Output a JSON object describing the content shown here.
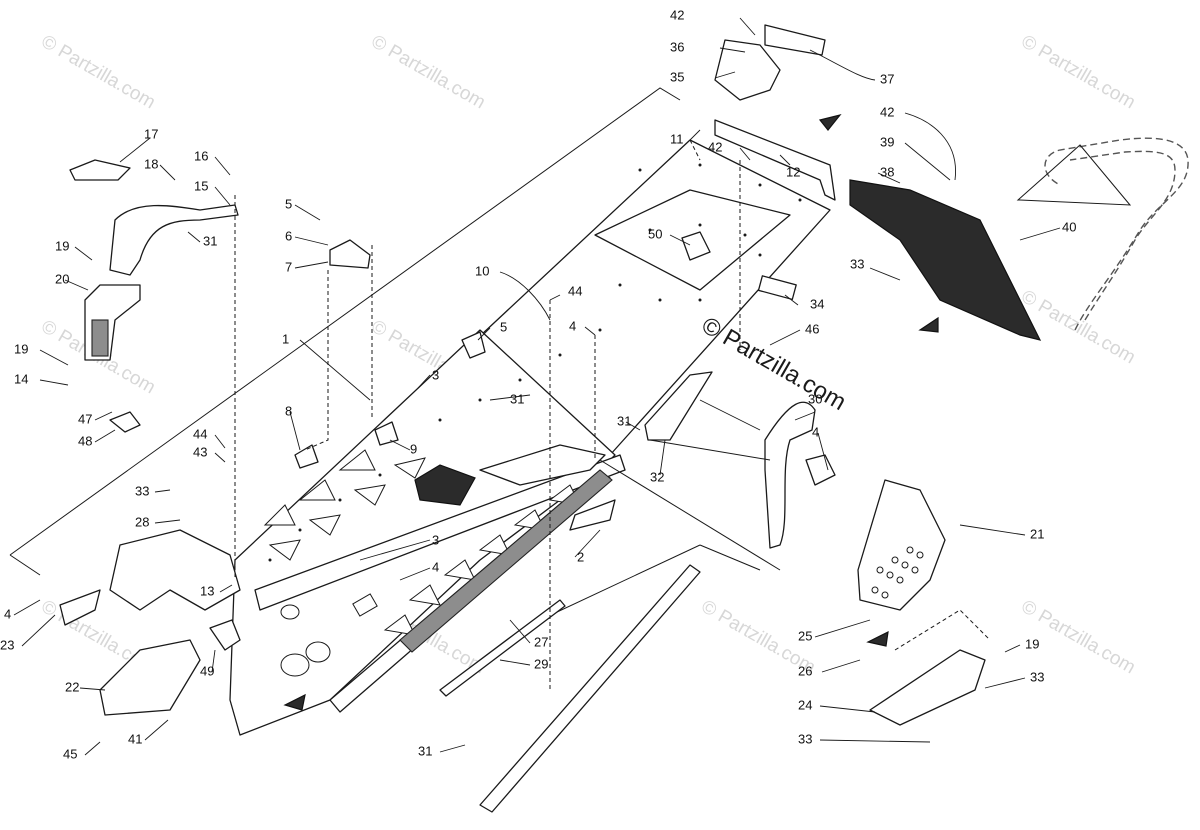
{
  "watermark_text": "© Partzilla.com",
  "brand_watermark_text": "© Partzilla.com",
  "callouts": {
    "c1": "1",
    "c2": "2",
    "c3a": "3",
    "c3b": "3",
    "c4a": "4",
    "c4b": "4",
    "c4c": "4",
    "c4d": "4",
    "c5a": "5",
    "c5b": "5",
    "c6": "6",
    "c7": "7",
    "c8": "8",
    "c9": "9",
    "c10": "10",
    "c11": "11",
    "c12": "12",
    "c13": "13",
    "c14": "14",
    "c15": "15",
    "c16": "16",
    "c17": "17",
    "c18": "18",
    "c19a": "19",
    "c19b": "19",
    "c19c": "19",
    "c20": "20",
    "c21": "21",
    "c22": "22",
    "c23": "23",
    "c24": "24",
    "c25": "25",
    "c26": "26",
    "c27": "27",
    "c28": "28",
    "c29": "29",
    "c30": "30",
    "c31a": "31",
    "c31b": "31",
    "c31c": "31",
    "c31d": "31",
    "c32": "32",
    "c33a": "33",
    "c33b": "33",
    "c33c": "33",
    "c33d": "33",
    "c34": "34",
    "c35": "35",
    "c36": "36",
    "c37": "37",
    "c38": "38",
    "c39": "39",
    "c40": "40",
    "c41": "41",
    "c42a": "42",
    "c42b": "42",
    "c42c": "42",
    "c43": "43",
    "c44a": "44",
    "c44b": "44",
    "c45": "45",
    "c46": "46",
    "c47": "47",
    "c48": "48",
    "c49": "49",
    "c50": "50"
  }
}
